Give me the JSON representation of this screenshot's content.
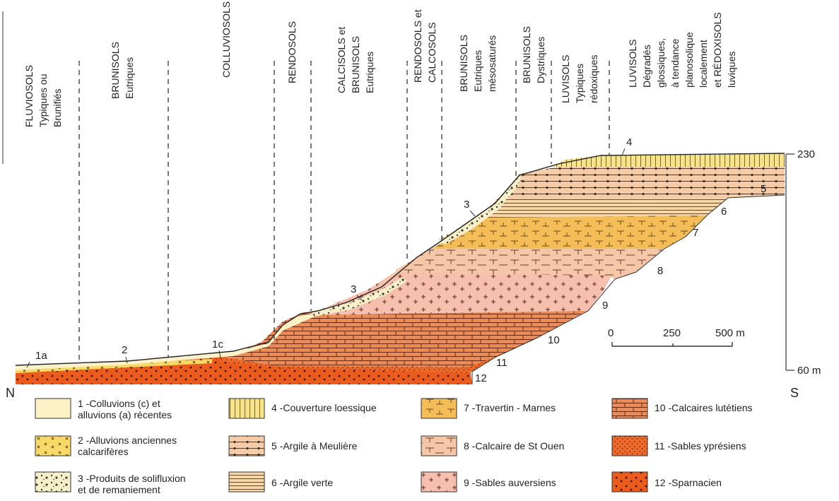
{
  "soil_columns": [
    {
      "id": "fluviosols",
      "lines": [
        "FLUVIOSOLS",
        "Typiques ou",
        "Brunifiés"
      ]
    },
    {
      "id": "brunisols-eutriques",
      "lines": [
        "BRUNISOLS",
        "Eutriques"
      ]
    },
    {
      "id": "colluviosols",
      "lines": [
        "COLLUVIOSOLS"
      ]
    },
    {
      "id": "rendosols",
      "lines": [
        "RENDOSOLS"
      ]
    },
    {
      "id": "calcisols",
      "lines": [
        "CALCISOLS et",
        "BRUNISOLS",
        "Eutriques"
      ]
    },
    {
      "id": "rendosols-calcosols",
      "lines": [
        "RENDOSOLS et",
        "CALCOSOLS"
      ]
    },
    {
      "id": "brunisols-mesosatures",
      "lines": [
        "BRUNISOLS",
        "Eutriques",
        "mésosaturés"
      ]
    },
    {
      "id": "brunisols-dystriques",
      "lines": [
        "BRUNISOLS",
        "Dystriques"
      ]
    },
    {
      "id": "luvisols-typiques",
      "lines": [
        "LUVISOLS",
        "Typiques",
        "rédoxiques"
      ]
    },
    {
      "id": "luvisols-degrades",
      "lines": [
        "LUVISOLS",
        "Dégradés",
        "glossiques,",
        "à tendance",
        "planosolique",
        "localement",
        "et RÉDOXISOLS",
        "luviques"
      ]
    }
  ],
  "layer_labels": [
    "1a",
    "2",
    "1c",
    "3",
    "3",
    "4",
    "5",
    "6",
    "7",
    "8",
    "9",
    "10",
    "11",
    "12"
  ],
  "elevation": {
    "top": "230",
    "bottom": "60 m"
  },
  "orientation": {
    "north": "N",
    "south": "S"
  },
  "scale_bar": {
    "ticks": [
      "0",
      "250",
      "500 m"
    ]
  },
  "legend": [
    {
      "lines": [
        "1 -Colluvions (c) et",
        "alluvions (a) récentes"
      ],
      "color": "#fdf1c6"
    },
    {
      "lines": [
        "2 -Alluvions anciennes",
        "calcarifères"
      ],
      "color": "#f7d96a"
    },
    {
      "lines": [
        "3 -Produits de solifluxion",
        "et de remaniement"
      ],
      "color": "#f6efc9"
    },
    {
      "lines": [
        "4 -Couverture loessique"
      ],
      "color": "#f7e48a"
    },
    {
      "lines": [
        "5 -Argile à Meulière"
      ],
      "color": "#f4cda8"
    },
    {
      "lines": [
        "6 -Argile verte"
      ],
      "color": "#f5d7a8"
    },
    {
      "lines": [
        "7 -Travertin - Marnes"
      ],
      "color": "#f4bd57"
    },
    {
      "lines": [
        "8 -Calcaire de St Ouen"
      ],
      "color": "#f6c6a8"
    },
    {
      "lines": [
        "9 -Sables auversiens"
      ],
      "color": "#f7c0ae"
    },
    {
      "lines": [
        "10 -Calcaires lutétiens"
      ],
      "color": "#ec8b55"
    },
    {
      "lines": [
        "11 -Sables yprésiens"
      ],
      "color": "#ee6a2a"
    },
    {
      "lines": [
        "12 -Sparnacien"
      ],
      "color": "#ea5b1c"
    }
  ]
}
